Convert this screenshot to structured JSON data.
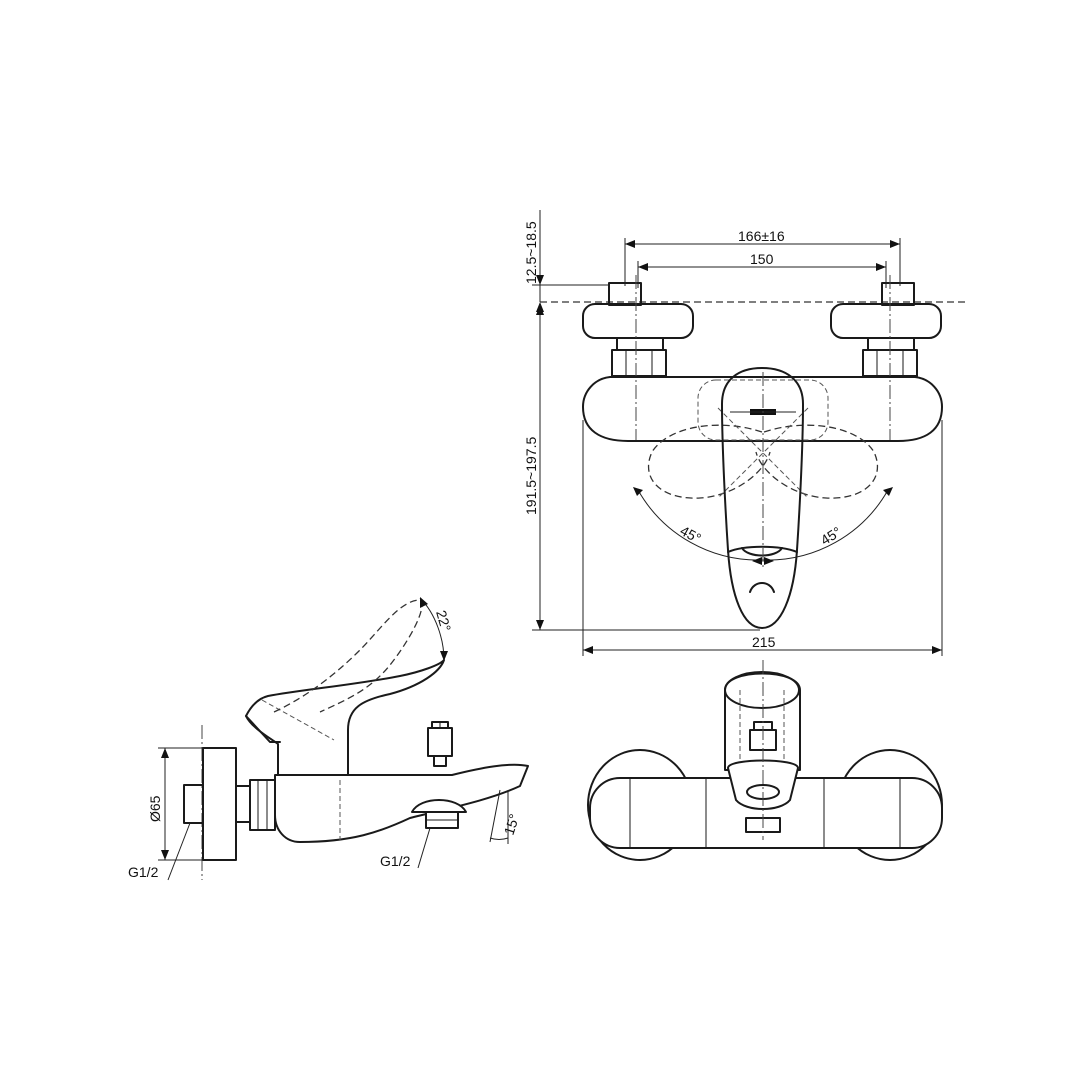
{
  "dimensions": {
    "center_distance": "166±16",
    "center_distance_nominal": "150",
    "wall_offset": "12.5~18.5",
    "height": "191.5~197.5",
    "overall_width": "215",
    "flange_diameter": "Ø65",
    "wall_thread": "G1/2",
    "outlet_thread": "G1/2",
    "handle_tilt_angle": "22°",
    "spout_angle": "15°",
    "left_rotation_angle": "45°",
    "right_rotation_angle": "45°"
  },
  "colors": {
    "line": "#1a1a1a",
    "background": "#ffffff"
  }
}
